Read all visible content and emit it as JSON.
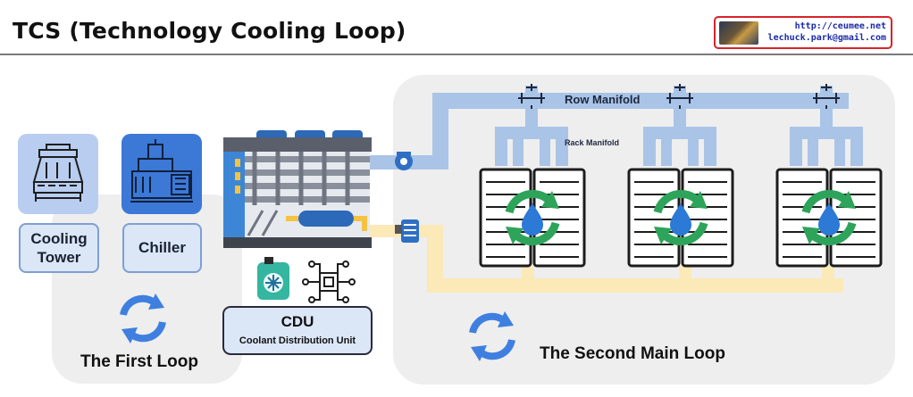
{
  "header": {
    "title": "TCS (Technology Cooling Loop)",
    "badge": {
      "url": "http://ceumee.net",
      "email": "lechuck.park@gmail.com"
    }
  },
  "first_loop": {
    "label": "The First Loop",
    "cooling_tower": {
      "label": "Cooling Tower",
      "icon": "cooling-tower-icon"
    },
    "chiller": {
      "label": "Chiller",
      "icon": "chiller-icon"
    }
  },
  "cdu": {
    "title": "CDU",
    "subtitle": "Coolant Distribution Unit"
  },
  "second_loop": {
    "label": "The Second Main Loop",
    "row_manifold_label": "Row Manifold",
    "rack_manifold_label": "Rack Manifold",
    "rack_count": 3
  },
  "colors": {
    "supply_pipe": "#a9c4e6",
    "return_pipe": "#fbe9b8",
    "panel_bg": "#eeeeee",
    "cycle_arrow": "#3f7fe0",
    "rack_arrow": "#2ea35a",
    "water_drop": "#2c79d6"
  }
}
